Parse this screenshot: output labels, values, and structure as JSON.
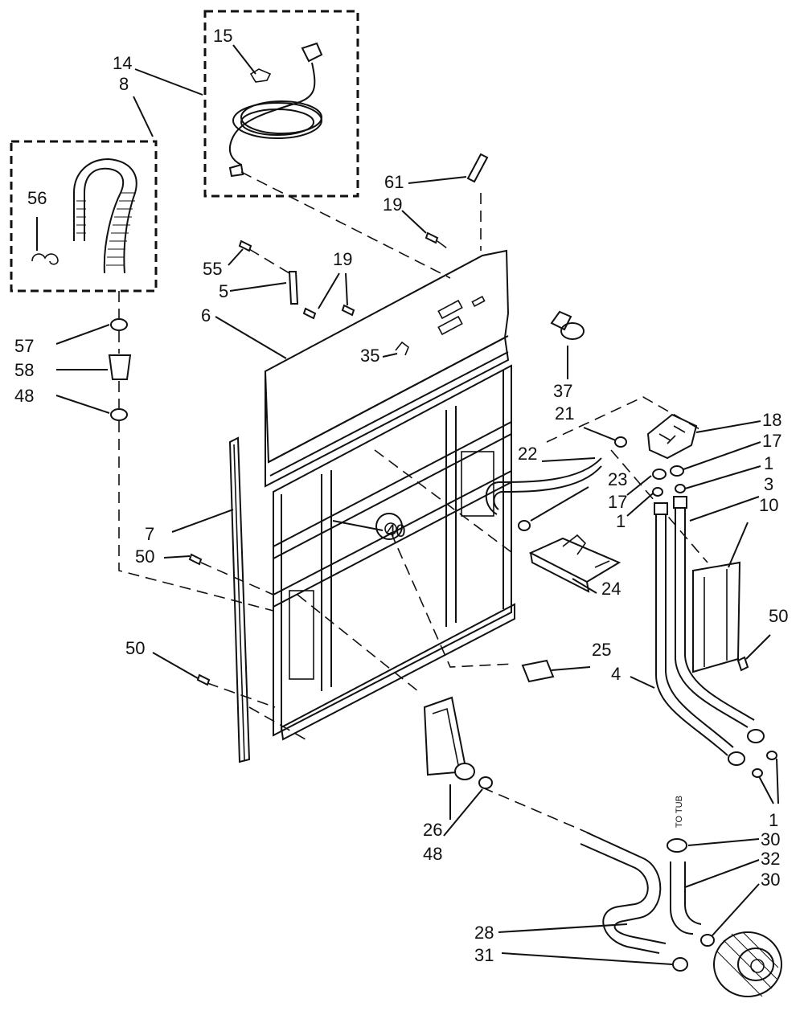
{
  "labels": {
    "l14": "14",
    "l8": "8",
    "l15": "15",
    "l56": "56",
    "l57": "57",
    "l58": "58",
    "l48a": "48",
    "l61": "61",
    "l19a": "19",
    "l55": "55",
    "l5": "5",
    "l19b": "19",
    "l6": "6",
    "l35": "35",
    "l37": "37",
    "l21": "21",
    "l18": "18",
    "l17a": "17",
    "l1a": "1",
    "l22": "22",
    "l23": "23",
    "l17b": "17",
    "l3": "3",
    "l1b": "1",
    "l10": "10",
    "l7": "7",
    "l40": "40",
    "l50a": "50",
    "l24": "24",
    "l50b": "50",
    "l50c": "50",
    "l25": "25",
    "l4": "4",
    "l26": "26",
    "l48b": "48",
    "l1c": "1",
    "l30a": "30",
    "l32": "32",
    "l30b": "30",
    "l28": "28",
    "l31": "31"
  },
  "tub_text": "TO TUB"
}
